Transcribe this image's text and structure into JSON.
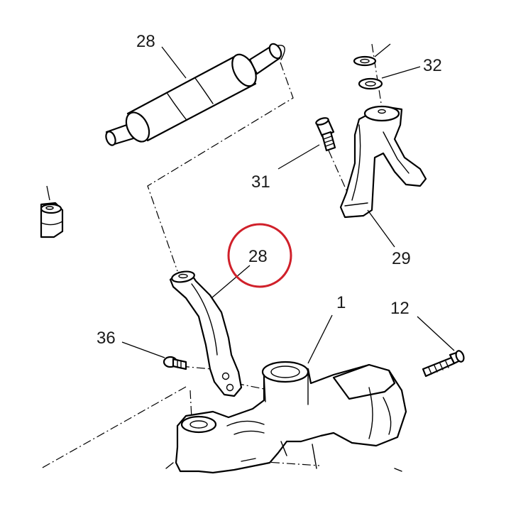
{
  "callouts": {
    "c1": "1",
    "c12": "12",
    "c28": "28",
    "c29": "29",
    "c31": "31",
    "c32": "32",
    "c36": "36",
    "c_top_partial": "28"
  },
  "highlight_color": "#d0202a"
}
